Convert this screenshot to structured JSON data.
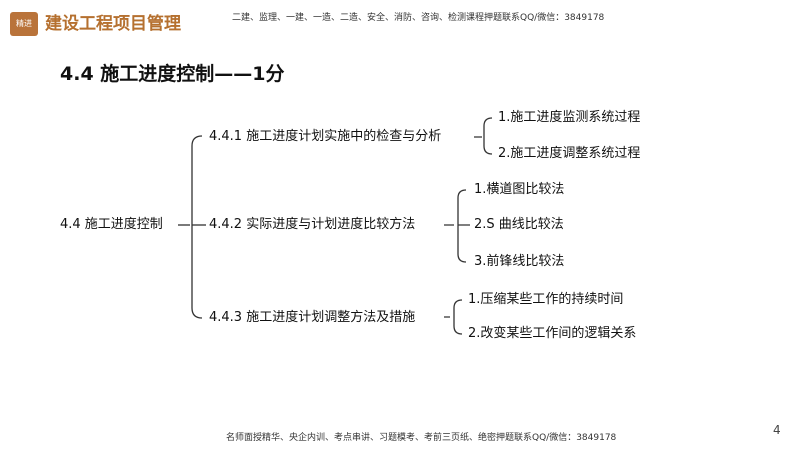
{
  "header": {
    "logo_text": "精进",
    "brand_title": "建设工程项目管理",
    "notice": "二建、监理、一建、一造、二造、安全、消防、咨询、检测课程押题联系QQ/微信：3849178"
  },
  "heading": "4.4 施工进度控制——1分",
  "mindmap": {
    "root": "4.4 施工进度控制",
    "branches": [
      {
        "label": "4.4.1 施工进度计划实施中的检查与分析",
        "items": [
          "1.施工进度监测系统过程",
          "2.施工进度调整系统过程"
        ]
      },
      {
        "label": "4.4.2 实际进度与计划进度比较方法",
        "items": [
          "1.横道图比较法",
          "2.S 曲线比较法",
          "3.前锋线比较法"
        ]
      },
      {
        "label": "4.4.3 施工进度计划调整方法及措施",
        "items": [
          "1.压缩某些工作的持续时间",
          "2.改变某些工作间的逻辑关系"
        ]
      }
    ]
  },
  "footer": {
    "notice": "名师面授精华、央企内训、考点串讲、习题模考、考前三页纸、绝密押题联系QQ/微信：3849178",
    "page_number": "4"
  }
}
